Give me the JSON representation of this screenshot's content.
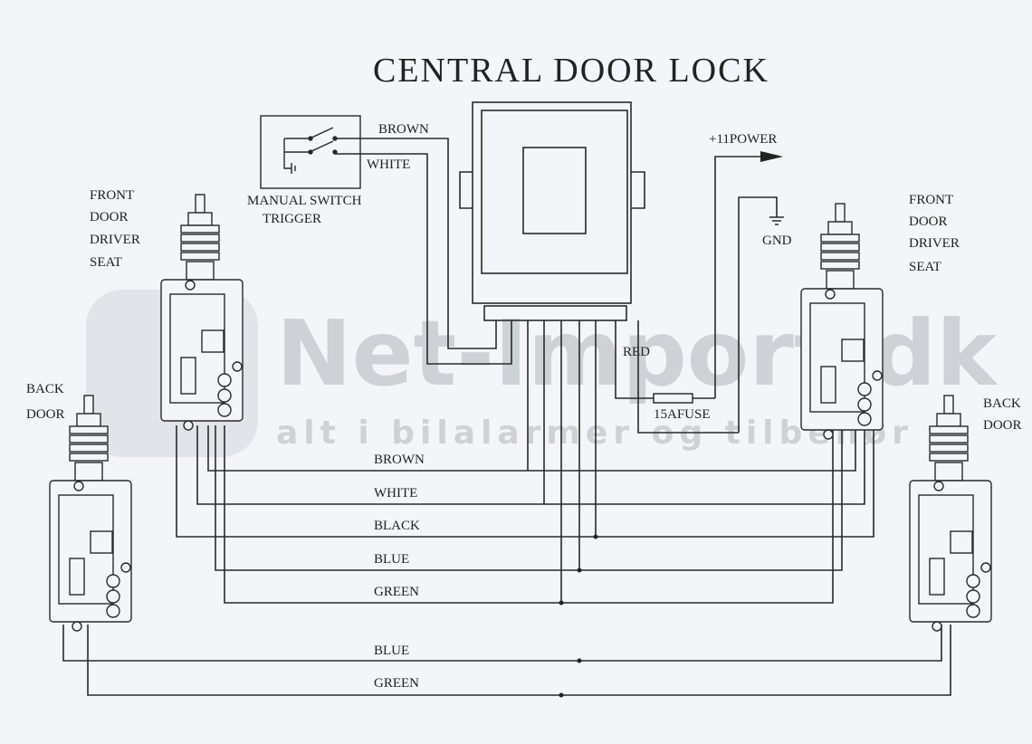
{
  "title": "CENTRAL DOOR LOCK",
  "switch": {
    "label_line1": "MANUAL SWITCH",
    "label_line2": "TRIGGER",
    "wire_top": "BROWN",
    "wire_bottom": "WHITE"
  },
  "power": {
    "label": "+11POWER",
    "gnd": "GND",
    "red": "RED",
    "fuse": "15AFUSE"
  },
  "doors": {
    "front_left": [
      "FRONT",
      "DOOR",
      "DRIVER",
      "SEAT"
    ],
    "front_right": [
      "FRONT",
      "DOOR",
      "DRIVER",
      "SEAT"
    ],
    "back_left": [
      "BACK",
      "DOOR"
    ],
    "back_right": [
      "BACK",
      "DOOR"
    ]
  },
  "wires": [
    "BROWN",
    "WHITE",
    "BLACK",
    "BLUE",
    "GREEN",
    "BLUE",
    "GREEN"
  ],
  "watermark": {
    "brand": "Net-Import.dk",
    "tagline": "alt i bilalarmer og tilbehør"
  }
}
